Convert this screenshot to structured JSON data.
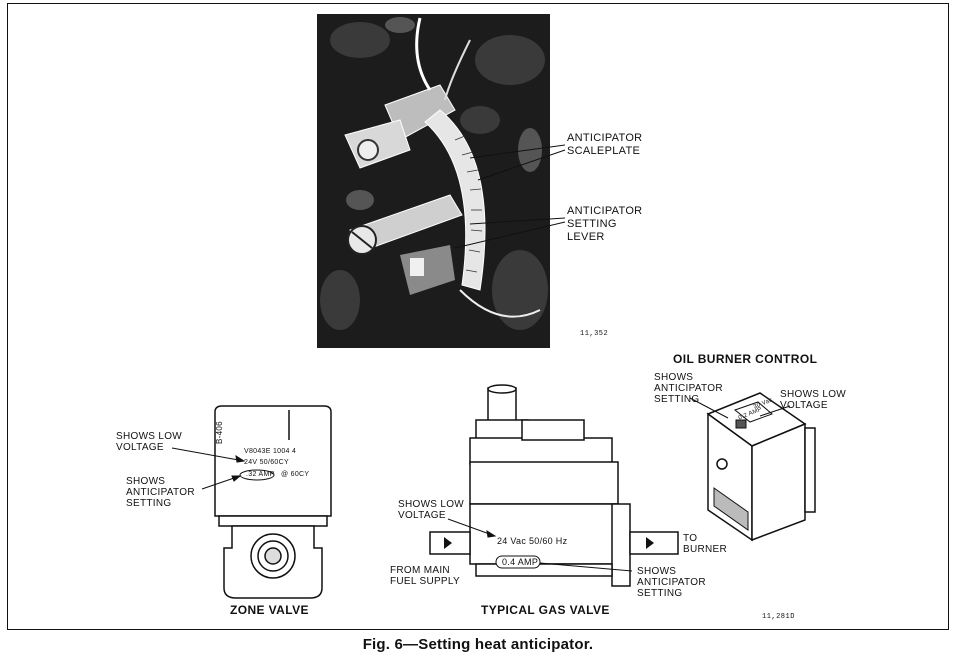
{
  "photo": {
    "labels": {
      "scaleplate_line1": "ANTICIPATOR",
      "scaleplate_line2": "SCALEPLATE",
      "lever_line1": "ANTICIPATOR",
      "lever_line2": "SETTING",
      "lever_line3": "LEVER"
    },
    "photo_number": "11,352"
  },
  "zone_valve": {
    "title": "ZONE VALVE",
    "side_code": "B-406",
    "nameplate_line1": "V8043E 1004 4",
    "nameplate_line2": "24V 50/60CY",
    "nameplate_amp": ".32 AMP",
    "nameplate_freq": "@ 60CY",
    "shows_low_voltage": [
      "SHOWS LOW",
      "VOLTAGE"
    ],
    "shows_anticipator": [
      "SHOWS",
      "ANTICIPATOR",
      "SETTING"
    ]
  },
  "gas_valve": {
    "title": "TYPICAL GAS VALVE",
    "voltage_text": "24 Vac 50/60 Hz",
    "amp_text": "0.4 AMP",
    "shows_low_voltage": [
      "SHOWS LOW",
      "VOLTAGE"
    ],
    "shows_anticipator": [
      "SHOWS",
      "ANTICIPATOR",
      "SETTING"
    ],
    "from_supply": [
      "FROM MAIN",
      "FUEL SUPPLY"
    ],
    "to_burner": [
      "TO",
      "BURNER"
    ]
  },
  "oil_burner": {
    "title": "OIL BURNER CONTROL",
    "shows_anticipator": [
      "SHOWS",
      "ANTICIPATOR",
      "SETTING"
    ],
    "shows_low_voltage": [
      "SHOWS LOW",
      "VOLTAGE"
    ],
    "plate_voltage": "30 Vac",
    "plate_amp": "0.2 AMP"
  },
  "drawing_number": "11,281D",
  "caption": "Fig. 6—Setting heat anticipator."
}
